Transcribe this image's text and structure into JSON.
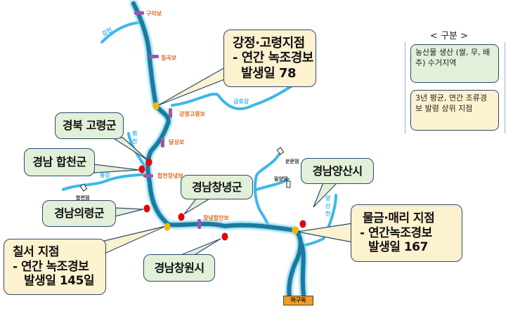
{
  "legend": {
    "title": "< 구분 >",
    "items": [
      {
        "label": "농산물 생산 (쌀, 무, 배추) 수거지역",
        "color": "#e2efd9"
      },
      {
        "label": "3년 평균, 연간 조류경보 발령 상위 지점",
        "color": "#fdf2cf"
      }
    ]
  },
  "weirs": [
    "구미보",
    "칠곡보",
    "강정고령보",
    "달성보",
    "합천창녕보",
    "창녕함안보"
  ],
  "estuary_barrage": "하구둑",
  "tributaries": [
    "감천",
    "금호강",
    "회천",
    "황강",
    "양산천"
  ],
  "dams": [
    "합천댐",
    "운문댐",
    "밀양댐"
  ],
  "regions": [
    "경북 고령군",
    "경남 합천군",
    "경남창녕군",
    "경남양산시",
    "경남의령군",
    "경남창원시"
  ],
  "sites": [
    {
      "name": "강정·고령지점",
      "line1": "- 연간 녹조경보",
      "line2": "발생일 78",
      "days": 78
    },
    {
      "name": "칠서 지점",
      "line1": "- 연간 녹조경보",
      "line2": "발생일 145일",
      "days": 145
    },
    {
      "name": "물금·매리 지점",
      "line1": "- 연간녹조경보",
      "line2": "발생일 167",
      "days": 167
    }
  ],
  "colors": {
    "river": "#1b7a9e",
    "tributary": "#3db8e8",
    "region_dot": "#e8000b",
    "site_dot": "#f5b800",
    "weir": "#9b59a6"
  }
}
